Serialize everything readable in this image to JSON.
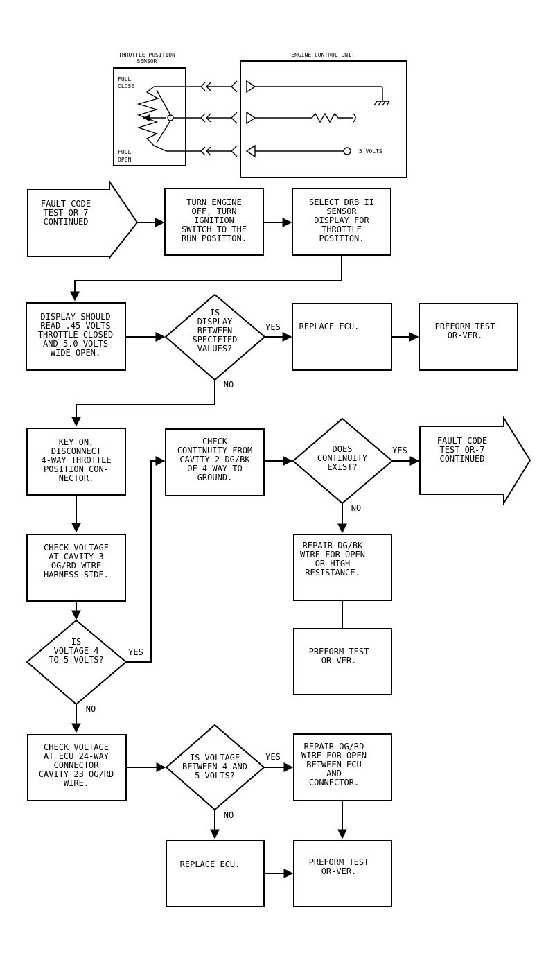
{
  "colors": {
    "ink": "#000000",
    "background": "#ffffff"
  },
  "schematic": {
    "sensor_title_1": "THROTTLE POSITION",
    "sensor_title_2": "SENSOR",
    "ecu_title": "ENGINE CONTROL UNIT",
    "full_close_1": "FULL",
    "full_close_2": "CLOSE",
    "full_open_1": "FULL",
    "full_open_2": "OPEN",
    "volts_label": "5 VOLTS"
  },
  "arrows": {
    "start": [
      "FAULT CODE",
      "TEST OR-7",
      "CONTINUED"
    ],
    "end": [
      "FAULT CODE",
      "TEST OR-7",
      "CONTINUED"
    ]
  },
  "boxes": {
    "turn_engine_off": [
      "TURN ENGINE",
      "OFF, TURN",
      "IGNITION",
      "SWITCH TO THE",
      "RUN POSITION."
    ],
    "select_drb": [
      "SELECT DRB II",
      "SENSOR",
      "DISPLAY FOR",
      "THROTTLE",
      "POSITION."
    ],
    "display_should_read": [
      "DISPLAY SHOULD",
      "READ .45 VOLTS",
      "THROTTLE CLOSED",
      "AND 5.0 VOLTS",
      "WIDE OPEN."
    ],
    "replace_ecu_1": [
      "REPLACE ECU."
    ],
    "preform_test_1": [
      "PREFORM TEST",
      "OR-VER."
    ],
    "key_on_disconnect": [
      "KEY ON,",
      "DISCONNECT",
      "4-WAY THROTTLE",
      "POSITION CON-",
      "NECTOR."
    ],
    "check_continuity": [
      "CHECK",
      "CONTINUITY FROM",
      "CAVITY 2 DG/BK",
      "OF 4-WAY TO",
      "GROUND."
    ],
    "check_voltage_cavity3": [
      "CHECK VOLTAGE",
      "AT CAVITY 3",
      "OG/RD WIRE",
      "HARNESS SIDE."
    ],
    "repair_dg_bk": [
      "REPAIR DG/BK",
      "WIRE FOR OPEN",
      "OR HIGH",
      "RESISTANCE."
    ],
    "preform_test_2": [
      "PREFORM TEST",
      "OR-VER."
    ],
    "check_voltage_ecu": [
      "CHECK VOLTAGE",
      "AT ECU 24-WAY",
      "CONNECTOR",
      "CAVITY 23 OG/RD",
      "WIRE."
    ],
    "repair_og_rd": [
      "REPAIR OG/RD",
      "WIRE FOR OPEN",
      "BETWEEN ECU",
      "AND",
      "CONNECTOR."
    ],
    "replace_ecu_2": [
      "REPLACE ECU."
    ],
    "preform_test_3": [
      "PREFORM TEST",
      "OR-VER."
    ]
  },
  "decisions": {
    "display_between": [
      "IS",
      "DISPLAY",
      "BETWEEN",
      "SPECIFIED",
      "VALUES?"
    ],
    "continuity_exist": [
      "DOES",
      "CONTINUITY",
      "EXIST?"
    ],
    "voltage_4_5": [
      "IS",
      "VOLTAGE 4",
      "TO 5 VOLTS?"
    ],
    "voltage_between": [
      "IS VOLTAGE",
      "BETWEEN 4 AND",
      "5 VOLTS?"
    ]
  },
  "labels": {
    "yes_1": "YES",
    "no_1": "NO",
    "yes_2": "YES",
    "no_2": "NO",
    "yes_3": "YES",
    "no_3": "NO",
    "yes_4": "YES",
    "no_4": "NO"
  }
}
